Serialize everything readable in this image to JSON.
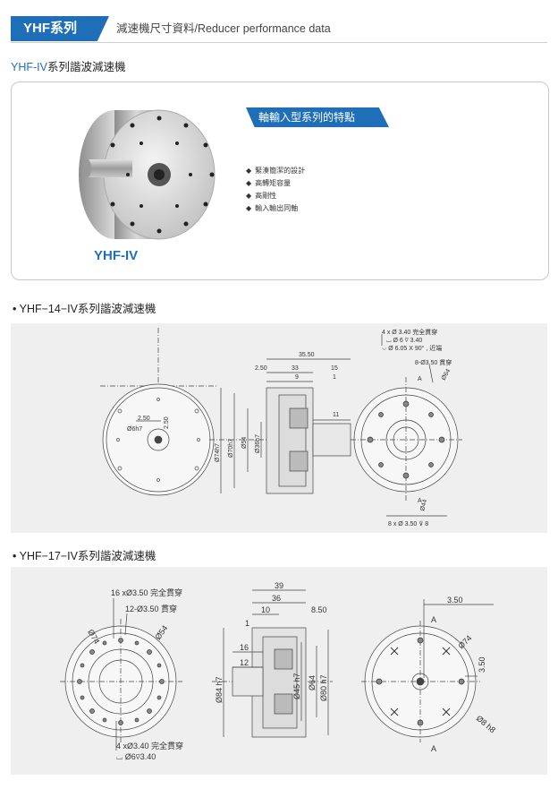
{
  "header": {
    "tag": "YHF系列",
    "title": "減速機尺寸資料/Reducer performance data"
  },
  "section": {
    "title_prefix": "YHF-IV",
    "title_suffix": "系列諧波減速機"
  },
  "product": {
    "label": "YHF-IV",
    "feature_heading": "軸輸入型系列的特點",
    "features": [
      "緊湊簡潔的設計",
      "高轉矩容量",
      "高剛性",
      "輸入輸出同軸"
    ]
  },
  "model14": {
    "title": "• YHF−14−IV系列諧波減速機",
    "dims": {
      "d3550": "35.50",
      "d250": "2.50",
      "d33": "33",
      "d15": "15",
      "d9": "9",
      "d1": "1",
      "d11": "11",
      "d74h7": "Ø74h7",
      "d70h7": "Ø70h7",
      "d54": "Ø54",
      "d36h7": "Ø36h7",
      "d6h7": "Ø6h7",
      "front250a": "2.50",
      "front250b": "2.50",
      "note1": "4 x Ø 3.40 完全貫穿",
      "note2": "⌴ Ø 6 ⊽ 3.40",
      "note3": "⌵ Ø 6.05 X 90° , 近端",
      "note4": "8-Ø3.50 貫穿",
      "note5": "8 x Ø 3.50 ⊽ 8",
      "dia64": "Ø64",
      "dia44": "Ø44",
      "a1": "A",
      "a2": "A"
    }
  },
  "model17": {
    "title": "• YHF−17−IV系列諧波減速機",
    "dims": {
      "note1": "16 xØ3.50 完全貫穿",
      "note2": "12-Ø3.50 貫穿",
      "dia74": "Ø74",
      "dia54": "Ø54",
      "note3": "4 xØ3.40 完全貫穿",
      "note4": "⌴   Ø6⊽3.40",
      "d39": "39",
      "d36": "36",
      "d10": "10",
      "d850": "8.50",
      "d1": "1",
      "d16": "16",
      "d12": "12",
      "d84h7": "Ø84 h7",
      "d45h7": "Ø45 h7",
      "d64": "Ø64",
      "d80h7": "Ø80 h7",
      "d350a": "3.50",
      "d350b": "3.50",
      "rdia74": "Ø74",
      "d8h8": "Ø8 h8",
      "a1": "A",
      "a2": "A"
    }
  }
}
